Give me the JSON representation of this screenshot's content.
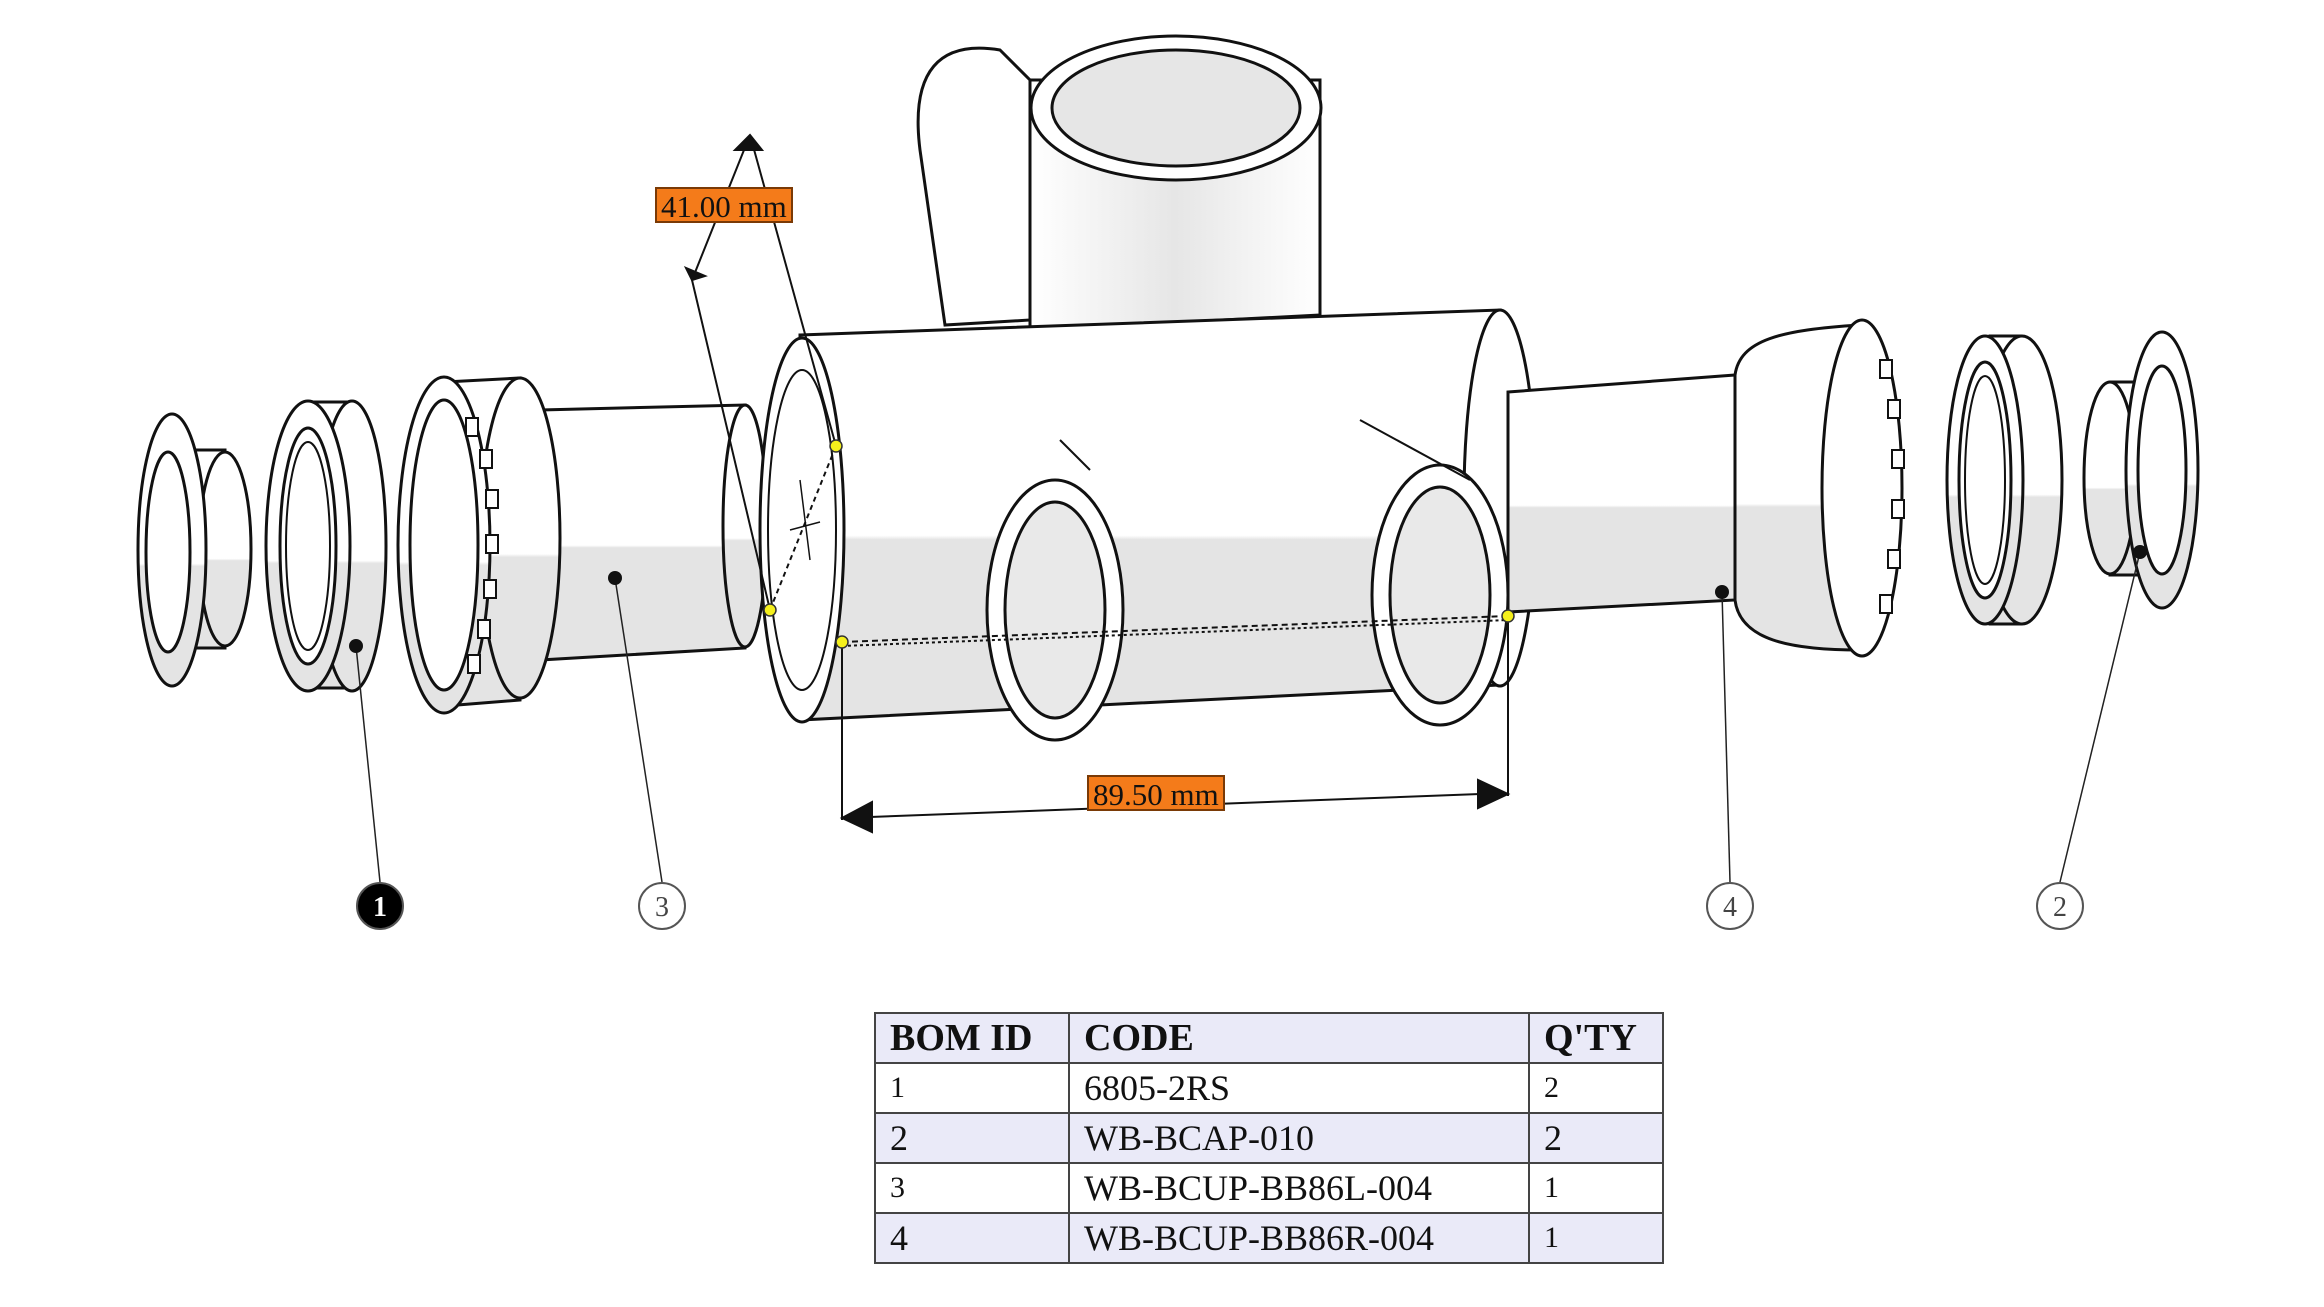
{
  "dimensions": {
    "diameter": "41.00 mm",
    "length": "89.50 mm"
  },
  "balloons": [
    {
      "id": "1",
      "selected": true
    },
    {
      "id": "3",
      "selected": false
    },
    {
      "id": "4",
      "selected": false
    },
    {
      "id": "2",
      "selected": false
    }
  ],
  "bom": {
    "headers": [
      "BOM ID",
      "CODE",
      "Q'TY"
    ],
    "rows": [
      {
        "id": "1",
        "code": "6805-2RS",
        "qty": "2"
      },
      {
        "id": "2",
        "code": "WB-BCAP-010",
        "qty": "2"
      },
      {
        "id": "3",
        "code": "WB-BCUP-BB86L-004",
        "qty": "1"
      },
      {
        "id": "4",
        "code": "WB-BCUP-BB86R-004",
        "qty": "1"
      }
    ]
  },
  "colors": {
    "dimension_label": "#f47b1a",
    "point_marker": "#f5f01c",
    "table_shade": "#eaeaf8",
    "selected_balloon": "#000000"
  }
}
